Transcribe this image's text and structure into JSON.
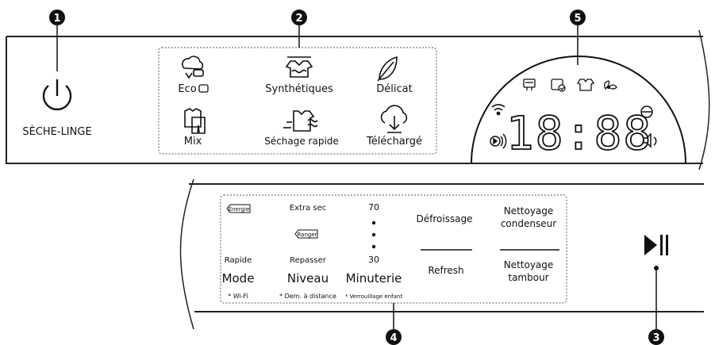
{
  "callouts": [
    "1",
    "2",
    "3",
    "4",
    "5"
  ],
  "power": {
    "label": "SÈCHE-LINGE"
  },
  "programs": [
    {
      "label": "Eco",
      "icon": "eco-cloud-icon"
    },
    {
      "label": "Synthétiques",
      "icon": "synthetic-shirt-icon"
    },
    {
      "label": "Délicat",
      "icon": "feather-icon"
    },
    {
      "label": "Mix",
      "icon": "mix-clothes-icon"
    },
    {
      "label": "Séchage rapide",
      "icon": "quick-dry-icon"
    },
    {
      "label": "Téléchargé",
      "icon": "download-cloud-icon"
    }
  ],
  "display": {
    "time": "18:88",
    "status_icons": [
      "filter-icon",
      "drum-check-icon",
      "tshirt-icon",
      "fan-icon"
    ],
    "side_icons": [
      "wifi-icon",
      "remote-icon",
      "no-timer-icon",
      "sound-icon"
    ]
  },
  "options": {
    "energie_badge": "Énergie",
    "ranger_badge": "Ranger",
    "extra_sec": "Extra sec",
    "timer_top": "70",
    "timer_bottom": "30",
    "rapide": "Rapide",
    "repasser": "Repasser",
    "mode": "Mode",
    "niveau": "Niveau",
    "minuterie": "Minuterie",
    "wifi_note": "* Wi-Fi",
    "remote_note": "* Dem. à distance",
    "lock_note": "* Verrouillage enfant"
  },
  "extras": {
    "defroissage": "Défroissage",
    "refresh": "Refresh",
    "nettoyage_condenseur_1": "Nettoyage",
    "nettoyage_condenseur_2": "condenseur",
    "nettoyage_tambour_1": "Nettoyage",
    "nettoyage_tambour_2": "tambour"
  },
  "start_pause": {
    "icon": "play-pause-icon"
  }
}
